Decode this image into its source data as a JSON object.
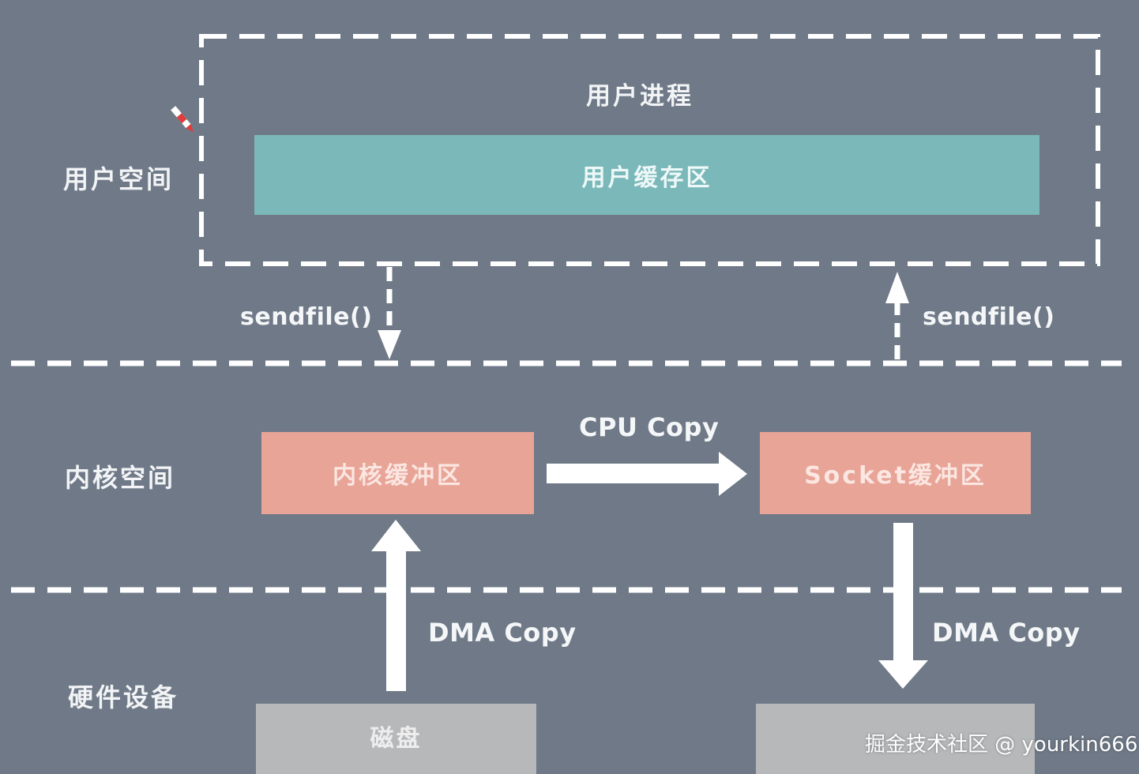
{
  "zones": {
    "user_space": "用户空间",
    "kernel_space": "内核空间",
    "hardware": "硬件设备"
  },
  "user_process": {
    "title": "用户进程",
    "buffer_label": "用户缓存区"
  },
  "kernel": {
    "kernel_buffer": "内核缓冲区",
    "socket_buffer": "Socket缓冲区",
    "cpu_copy": "CPU Copy"
  },
  "calls": {
    "left": "sendfile()",
    "right": "sendfile()"
  },
  "hardware": {
    "disk": "磁盘",
    "dma_left": "DMA Copy",
    "dma_right": "DMA Copy"
  },
  "watermark": "掘金技术社区 @ yourkin666",
  "colors": {
    "background": "#6f7987",
    "user_buffer": "#7bb8b9",
    "kernel_buffer": "#e8a497",
    "hardware_box": "#b6b8ba"
  },
  "icons": [
    "pen-icon"
  ]
}
